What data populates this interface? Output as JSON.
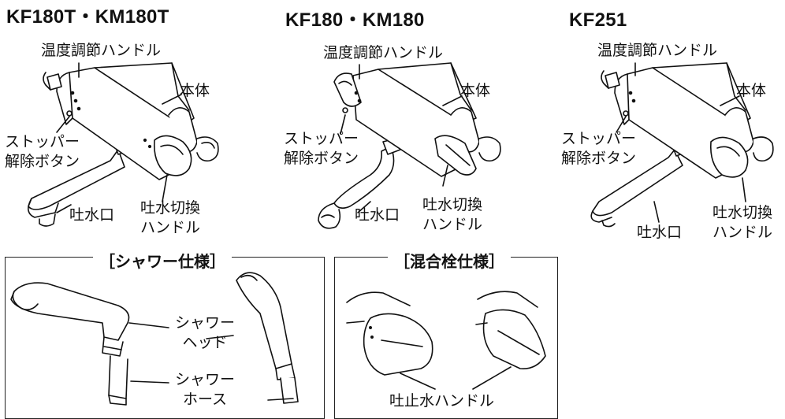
{
  "models": {
    "kf180t": {
      "title": "KF180T・KM180T",
      "temp_handle": "温度調節ハンドル",
      "body": "本体",
      "stopper": "ストッパー\n解除ボタン",
      "spout": "吐水口",
      "switch_handle": "吐水切換\nハンドル"
    },
    "kf180": {
      "title": "KF180・KM180",
      "temp_handle": "温度調節ハンドル",
      "body": "本体",
      "stopper": "ストッパー\n解除ボタン",
      "spout": "吐水口",
      "switch_handle": "吐水切換\nハンドル"
    },
    "kf251": {
      "title": "KF251",
      "temp_handle": "温度調節ハンドル",
      "body": "本体",
      "stopper": "ストッパー\n解除ボタン",
      "spout": "吐水口",
      "switch_handle": "吐水切換\nハンドル"
    }
  },
  "shower_spec": {
    "title": "［シャワー仕様］",
    "head": "シャワー\nヘッド",
    "hose": "シャワー\nホース"
  },
  "mixer_spec": {
    "title": "［混合栓仕様］",
    "handle": "吐止水ハンドル"
  }
}
